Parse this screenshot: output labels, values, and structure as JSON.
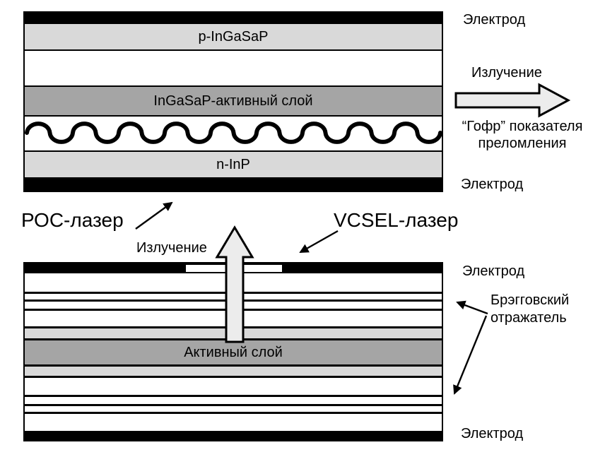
{
  "colors": {
    "layer_light": "#d9d9d9",
    "layer_mid": "#a5a5a5",
    "arrow_fill": "#ececec",
    "line": "#000000",
    "background": "#ffffff"
  },
  "dfb_laser": {
    "name": "РОС-лазер",
    "electrode_top_label": "Электрод",
    "layer_p": "p-InGaSaP",
    "layer_active": "InGaSaP-активный слой",
    "layer_n": "n-InP",
    "electrode_bottom_label": "Электрод",
    "emission_label": "Излучение",
    "corrugation_label_line1": "“Гофр” показателя",
    "corrugation_label_line2": "преломления"
  },
  "vcsel_laser": {
    "name": "VCSEL-лазер",
    "emission_label": "Излучение",
    "electrode_top_label": "Электрод",
    "bragg_label_line1": "Брэгговский",
    "bragg_label_line2": "отражатель",
    "layer_active": "Активный слой",
    "electrode_bottom_label": "Электрод"
  }
}
